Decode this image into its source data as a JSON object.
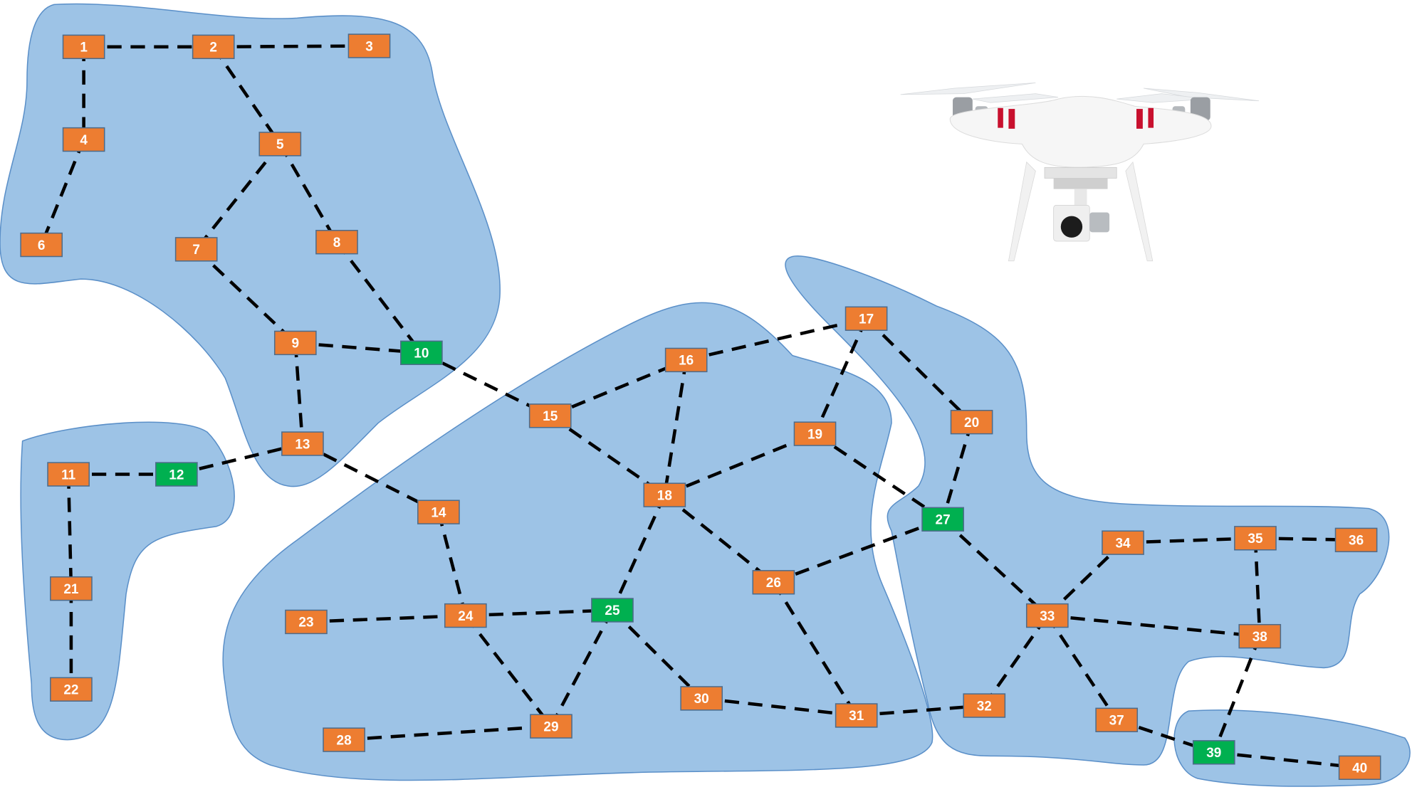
{
  "colors": {
    "region_fill": "#9dc3e6",
    "region_stroke": "#5a8fc8",
    "node_default": "#ed7d31",
    "node_highlight": "#00b050",
    "edge": "#000000"
  },
  "image": {
    "subject": "quadcopter-drone-photo"
  },
  "nodes": [
    {
      "label": "1",
      "type": "default"
    },
    {
      "label": "2",
      "type": "default"
    },
    {
      "label": "3",
      "type": "default"
    },
    {
      "label": "4",
      "type": "default"
    },
    {
      "label": "5",
      "type": "default"
    },
    {
      "label": "6",
      "type": "default"
    },
    {
      "label": "7",
      "type": "default"
    },
    {
      "label": "8",
      "type": "default"
    },
    {
      "label": "9",
      "type": "default"
    },
    {
      "label": "10",
      "type": "highlight"
    },
    {
      "label": "11",
      "type": "default"
    },
    {
      "label": "12",
      "type": "highlight"
    },
    {
      "label": "13",
      "type": "default"
    },
    {
      "label": "14",
      "type": "default"
    },
    {
      "label": "15",
      "type": "default"
    },
    {
      "label": "16",
      "type": "default"
    },
    {
      "label": "17",
      "type": "default"
    },
    {
      "label": "18",
      "type": "default"
    },
    {
      "label": "19",
      "type": "default"
    },
    {
      "label": "20",
      "type": "default"
    },
    {
      "label": "21",
      "type": "default"
    },
    {
      "label": "22",
      "type": "default"
    },
    {
      "label": "23",
      "type": "default"
    },
    {
      "label": "24",
      "type": "default"
    },
    {
      "label": "25",
      "type": "highlight"
    },
    {
      "label": "26",
      "type": "default"
    },
    {
      "label": "27",
      "type": "highlight"
    },
    {
      "label": "28",
      "type": "default"
    },
    {
      "label": "29",
      "type": "default"
    },
    {
      "label": "30",
      "type": "default"
    },
    {
      "label": "31",
      "type": "default"
    },
    {
      "label": "32",
      "type": "default"
    },
    {
      "label": "33",
      "type": "default"
    },
    {
      "label": "34",
      "type": "default"
    },
    {
      "label": "35",
      "type": "default"
    },
    {
      "label": "36",
      "type": "default"
    },
    {
      "label": "37",
      "type": "default"
    },
    {
      "label": "38",
      "type": "default"
    },
    {
      "label": "39",
      "type": "highlight"
    },
    {
      "label": "40",
      "type": "default"
    }
  ],
  "edges": [
    [
      "1",
      "2"
    ],
    [
      "2",
      "3"
    ],
    [
      "1",
      "4"
    ],
    [
      "4",
      "6"
    ],
    [
      "2",
      "5"
    ],
    [
      "5",
      "7"
    ],
    [
      "5",
      "8"
    ],
    [
      "7",
      "9"
    ],
    [
      "8",
      "10"
    ],
    [
      "9",
      "10"
    ],
    [
      "9",
      "13"
    ],
    [
      "10",
      "15"
    ],
    [
      "11",
      "12"
    ],
    [
      "12",
      "13"
    ],
    [
      "11",
      "21"
    ],
    [
      "21",
      "22"
    ],
    [
      "13",
      "14"
    ],
    [
      "14",
      "24"
    ],
    [
      "15",
      "16"
    ],
    [
      "16",
      "17"
    ],
    [
      "15",
      "18"
    ],
    [
      "16",
      "18"
    ],
    [
      "17",
      "19"
    ],
    [
      "17",
      "20"
    ],
    [
      "18",
      "19"
    ],
    [
      "19",
      "27"
    ],
    [
      "20",
      "27"
    ],
    [
      "18",
      "26"
    ],
    [
      "18",
      "25"
    ],
    [
      "23",
      "24"
    ],
    [
      "24",
      "25"
    ],
    [
      "24",
      "29"
    ],
    [
      "25",
      "29"
    ],
    [
      "25",
      "30"
    ],
    [
      "26",
      "31"
    ],
    [
      "26",
      "27"
    ],
    [
      "27",
      "33"
    ],
    [
      "28",
      "29"
    ],
    [
      "30",
      "31"
    ],
    [
      "31",
      "32"
    ],
    [
      "32",
      "33"
    ],
    [
      "33",
      "34"
    ],
    [
      "34",
      "35"
    ],
    [
      "35",
      "36"
    ],
    [
      "35",
      "38"
    ],
    [
      "33",
      "38"
    ],
    [
      "33",
      "37"
    ],
    [
      "37",
      "39"
    ],
    [
      "38",
      "39"
    ],
    [
      "39",
      "40"
    ]
  ]
}
